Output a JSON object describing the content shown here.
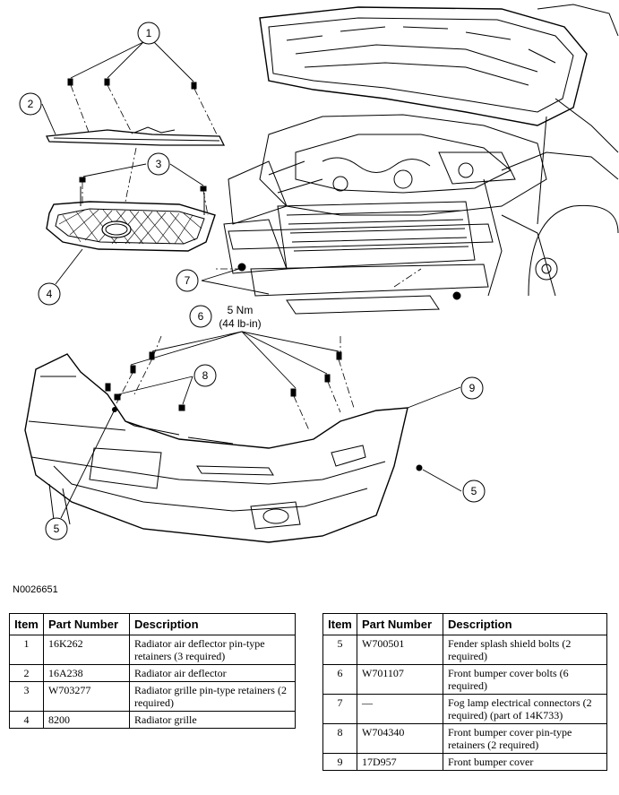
{
  "callouts": {
    "c1": "1",
    "c2": "2",
    "c3": "3",
    "c4": "4",
    "c5a": "5",
    "c5b": "5",
    "c6": "6",
    "c7": "7",
    "c8": "8",
    "c9": "9"
  },
  "torque": {
    "line1": "5 Nm",
    "line2": "(44 lb-in)"
  },
  "figure_id": "N0026651",
  "table": {
    "headers": {
      "item": "Item",
      "part": "Part Number",
      "desc": "Description"
    },
    "left_rows": [
      {
        "item": "1",
        "part": "16K262",
        "desc": "Radiator air deflector pin-type retainers (3 required)"
      },
      {
        "item": "2",
        "part": "16A238",
        "desc": "Radiator air deflector"
      },
      {
        "item": "3",
        "part": "W703277",
        "desc": "Radiator grille pin-type retainers (2 required)"
      },
      {
        "item": "4",
        "part": "8200",
        "desc": "Radiator grille"
      }
    ],
    "right_rows": [
      {
        "item": "5",
        "part": "W700501",
        "desc": "Fender splash shield bolts (2 required)"
      },
      {
        "item": "6",
        "part": "W701107",
        "desc": "Front bumper cover bolts (6 required)"
      },
      {
        "item": "7",
        "part": "—",
        "desc": "Fog lamp electrical connectors (2 required) (part of 14K733)"
      },
      {
        "item": "8",
        "part": "W704340",
        "desc": "Front bumper cover pin-type retainers (2 required)"
      },
      {
        "item": "9",
        "part": "17D957",
        "desc": "Front bumper cover"
      }
    ]
  }
}
